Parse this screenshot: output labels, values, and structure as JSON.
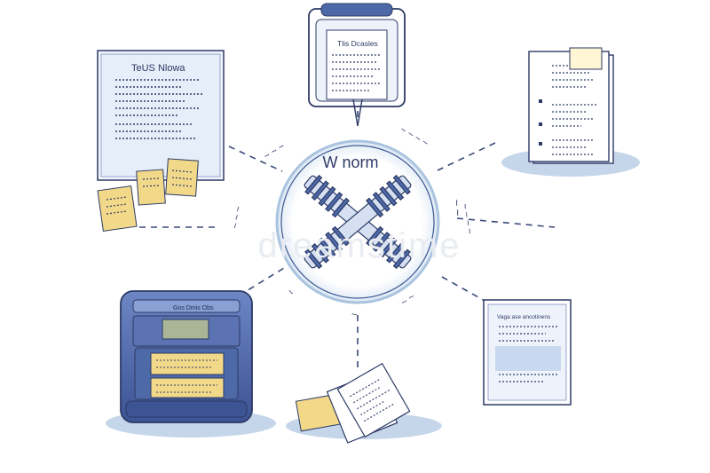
{
  "center": {
    "title": "W norm"
  },
  "nodes": {
    "top_left_doc": {
      "title": "TeUS Nlowa"
    },
    "top_center_bag": {
      "title": "Tlis Dcasles"
    },
    "top_right_doc": {
      "title": ""
    },
    "bottom_right_doc": {
      "title": "Vaga ase ancotinens"
    },
    "bottom_left_printer": {
      "panel_label": "Gos Dmis Obs"
    }
  },
  "watermark": "dreamstime",
  "colors": {
    "outline": "#2d3a66",
    "doc_fill": "#eef3fb",
    "accent_blue": "#4e69a8",
    "sticky": "#f2d98a",
    "shadow": "#c6d6ea",
    "ring": "#aac4e0"
  }
}
